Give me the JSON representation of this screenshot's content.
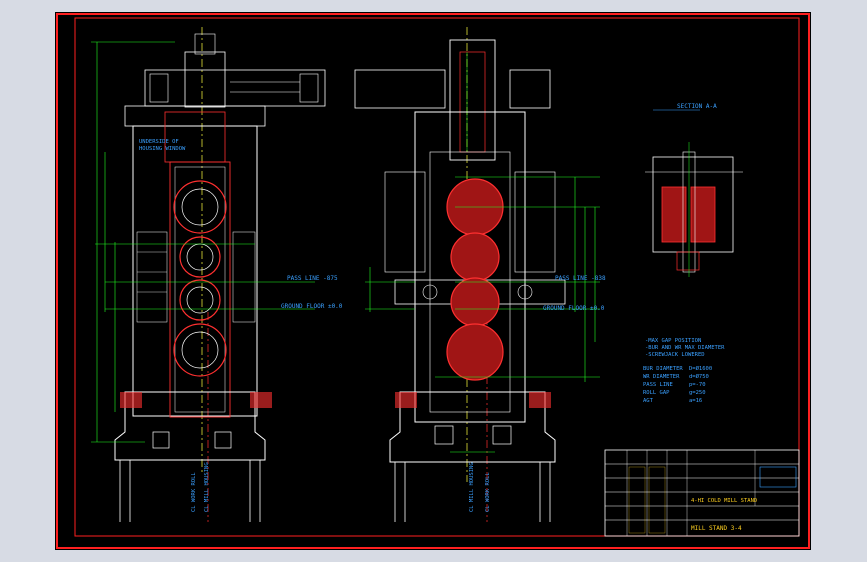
{
  "colors": {
    "background": "#000000",
    "frame_outer": "#d7dbe4",
    "border": "#ff2020",
    "equipment": "#ffffff",
    "dimension": "#20ff20",
    "annotation": "#3aa0ff",
    "rolls": "#ff3030",
    "centerline": "#ffff40",
    "text_yellow": "#ffd020"
  },
  "views": {
    "left": {
      "label_housing": [
        "UNDERSIDE OF",
        "HOUSING WINDOW"
      ],
      "pass_line": "PASS LINE -875",
      "ground_floor": "GROUND FLOOR ±0.0",
      "cl_work_roll": "CL WORK ROLL",
      "cl_mill_housing": "CL MILL HOUSING"
    },
    "right": {
      "pass_line": "PASS LINE -838",
      "ground_floor": "GROUND FLOOR ±0.0",
      "cl_mill_housing": "CL MILL HOUSING",
      "cl_work_roll": "CL WORK ROLL"
    },
    "section": {
      "title": "SECTION A-A"
    }
  },
  "notes": {
    "lines": [
      "-MAX GAP POSITION",
      "-BUR AND WR MAX DIAMETER",
      "-SCREWJACK LOWERED"
    ],
    "specs": [
      {
        "name": "BUR DIAMETER",
        "value": "D=Ø1600"
      },
      {
        "name": "WR DIAMETER",
        "value": "d=Ø750"
      },
      {
        "name": "PASS LINE",
        "value": "p=-70"
      },
      {
        "name": "ROLL GAP",
        "value": "g=250"
      },
      {
        "name": "AGT",
        "value": "a=16"
      }
    ]
  },
  "title_block": {
    "drawing_title": "4-HI COLD MILL STAND",
    "subtitle": "MILL STAND 3-4"
  }
}
